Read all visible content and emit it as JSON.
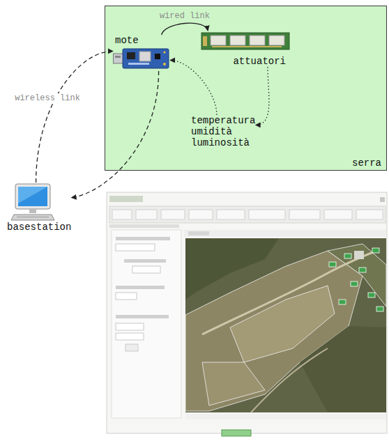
{
  "diagram": {
    "nodes": [
      {
        "text": [
          "serra"
        ]
      },
      {
        "text": [
          "mote"
        ],
        "in": 0
      },
      {
        "text": [
          "attuatori"
        ],
        "in": 0
      },
      {
        "text": [
          "temperatura umidità luminosità"
        ],
        "in": 0
      },
      {
        "text": [
          "basestation"
        ]
      }
    ],
    "edges": [
      {
        "from": 1,
        "to": 2,
        "arrow": "to",
        "label": "wired link"
      },
      {
        "from": 2,
        "to": 3,
        "arrow": "to"
      },
      {
        "from": 3,
        "to": 1,
        "arrow": "to"
      },
      {
        "from": 1,
        "to": 4,
        "arrow": "to"
      },
      {
        "from": 4,
        "to": 1,
        "arrow": "to",
        "label": "wireless link"
      }
    ]
  }
}
